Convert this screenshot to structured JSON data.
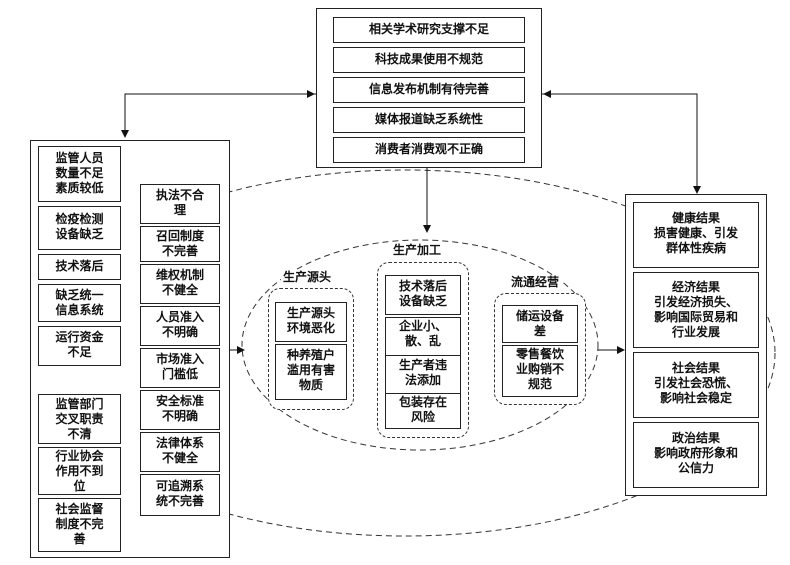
{
  "top_causes": [
    "相关学术研究支撑不足",
    "科技成果使用不规范",
    "信息发布机制有待完善",
    "媒体报道缺乏系统性",
    "消费者消费观不正确"
  ],
  "left_outer": [
    "监管人员\n数量不足\n素质较低",
    "检疫检测\n设备缺乏",
    "技术落后",
    "缺乏统一\n信息系统",
    "运行资金\n不足",
    "监管部门\n交叉职责\n不清",
    "行业协会\n作用不到\n位",
    "社会监督\n制度不完\n善"
  ],
  "left_inner": [
    "执法不合\n理",
    "召回制度\n不完善",
    "维权机制\n不健全",
    "人员准入\n不明确",
    "市场准入\n门槛低",
    "安全标准\n不明确",
    "法律体系\n不健全",
    "可追溯系\n统不完善"
  ],
  "production_source": {
    "title": "生产源头",
    "items": [
      "生产源头\n环境恶化",
      "种养殖户\n滥用有害\n物质"
    ]
  },
  "production_processing": {
    "title": "生产加工",
    "items": [
      "技术落后\n设备缺乏",
      "企业小、\n散、乱",
      "生产者违\n法添加",
      "包装存在\n风险"
    ]
  },
  "circulation": {
    "title": "流通经营",
    "items": [
      "储运设备\n差",
      "零售餐饮\n业购销不\n规范"
    ]
  },
  "results": [
    "健康结果\n损害健康、引发\n群体性疾病",
    "经济结果\n引发经济损失、\n影响国际贸易和\n行业发展",
    "社会结果\n引发社会恐慌、\n影响社会稳定",
    "政治结果\n影响政府形象和\n公信力"
  ]
}
